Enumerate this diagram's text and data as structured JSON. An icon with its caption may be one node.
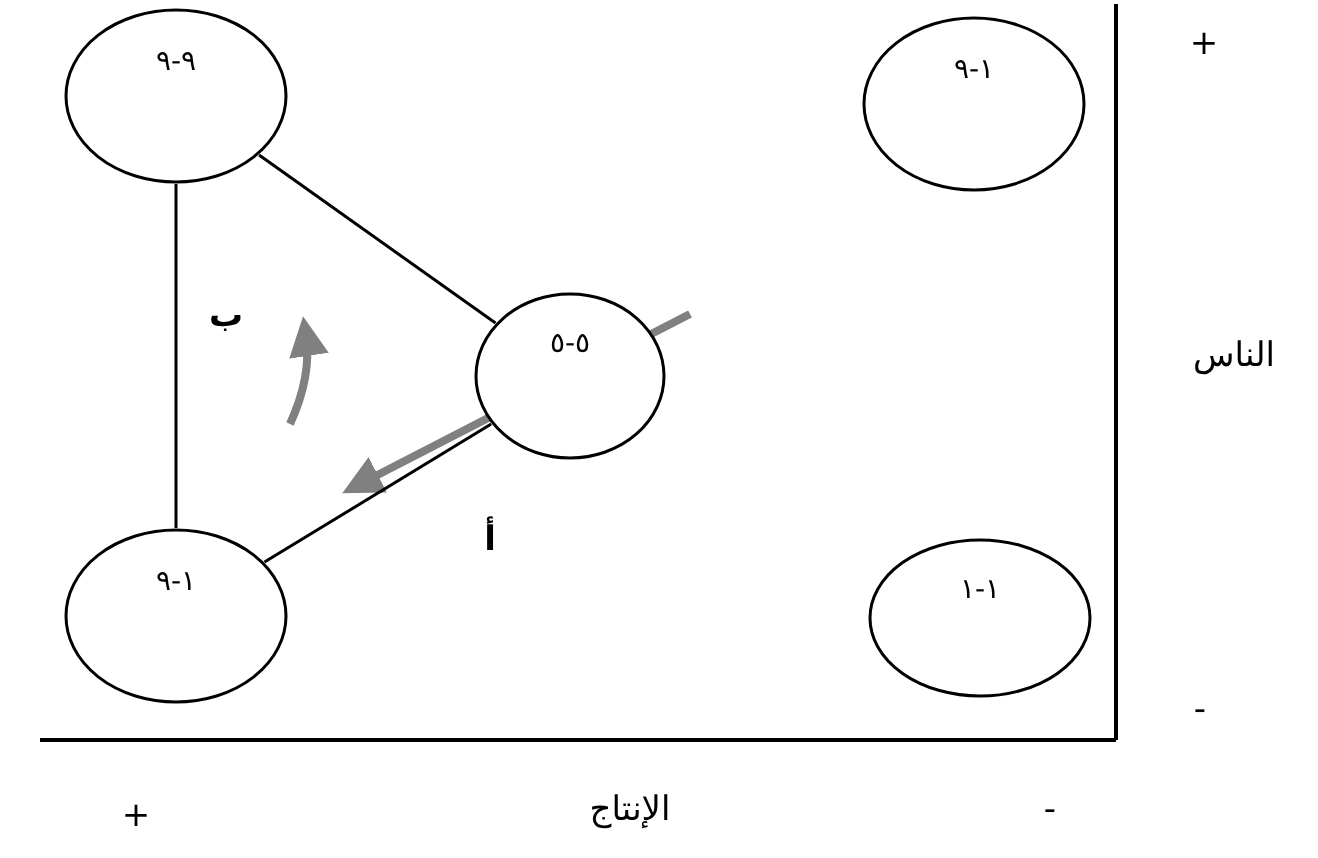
{
  "diagram": {
    "nodes": [
      {
        "text": [
          "٩-٩"
        ]
      },
      {
        "text": [
          "١-٩"
        ]
      },
      {
        "text": [
          "٥-٥"
        ]
      },
      {
        "text": [
          "١-٩"
        ]
      },
      {
        "text": [
          "١-١"
        ]
      }
    ],
    "edges": [
      {
        "from": 0,
        "to": 2,
        "arrow": "none"
      },
      {
        "from": 0,
        "to": 3,
        "arrow": "none"
      },
      {
        "from": 3,
        "to": 2,
        "arrow": "none"
      }
    ],
    "labels": [
      "+",
      "الناس",
      "-",
      "ب",
      "أ",
      "+",
      "الإنتاج",
      "-"
    ]
  }
}
